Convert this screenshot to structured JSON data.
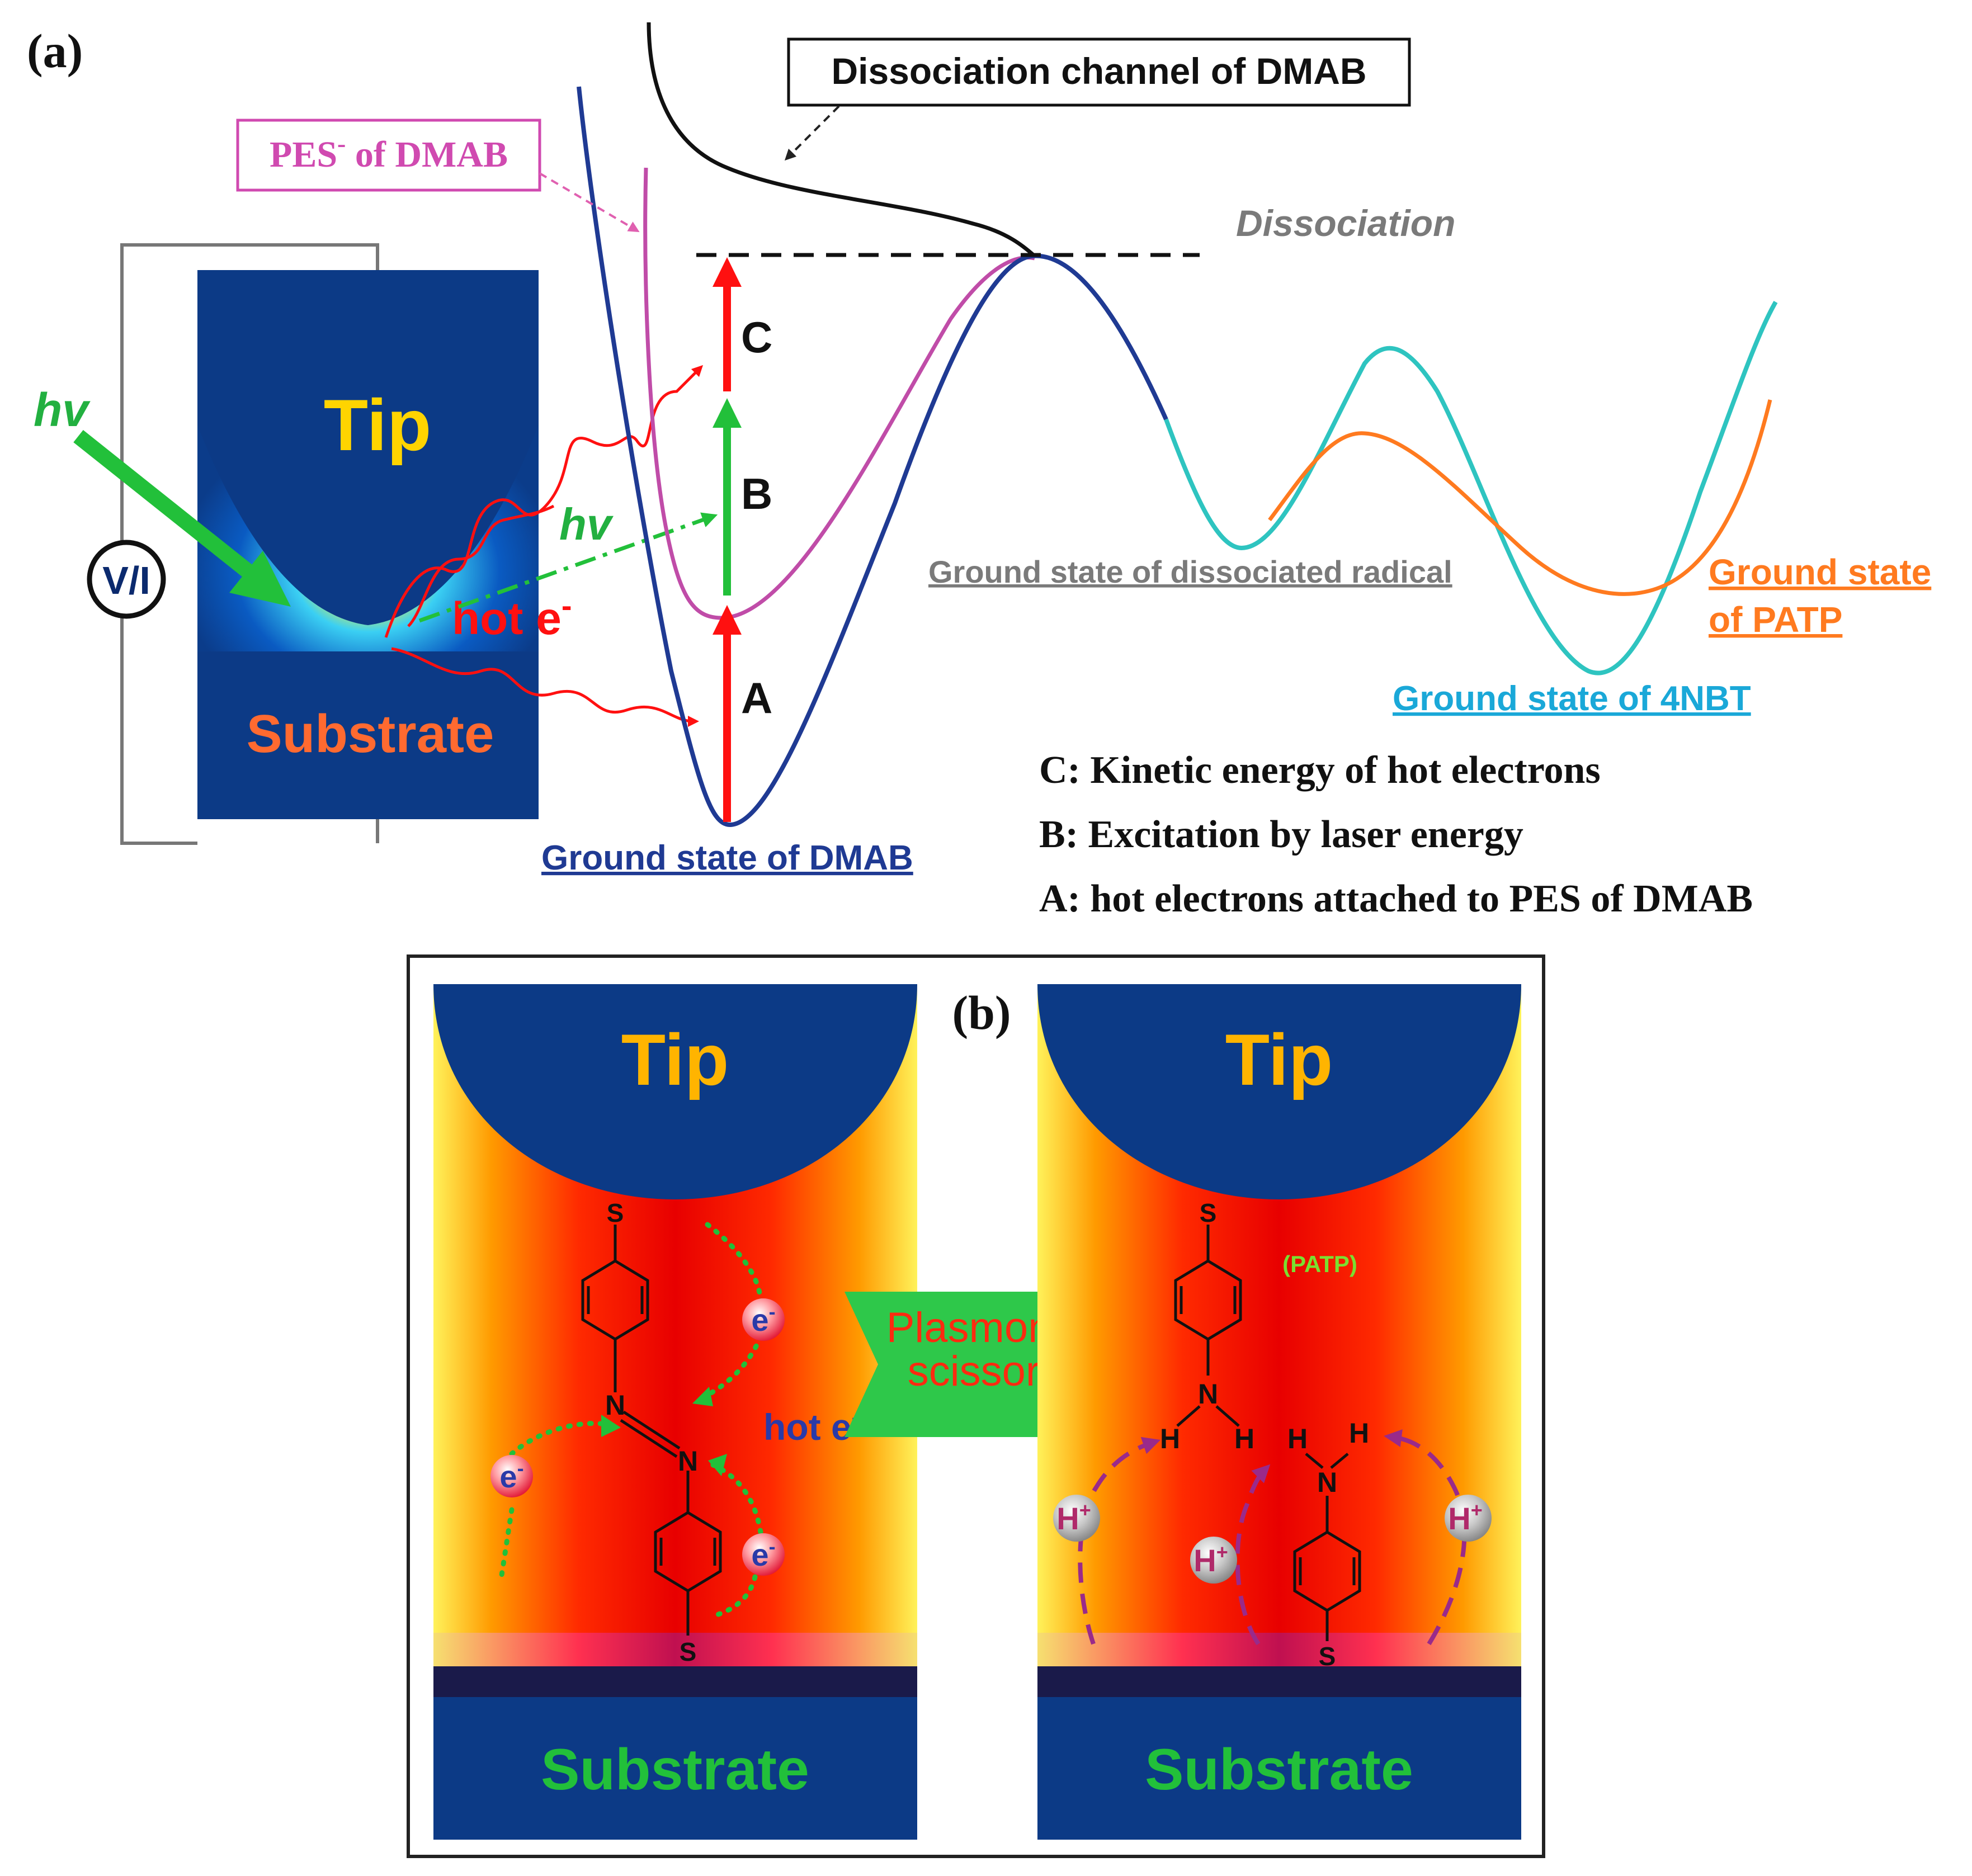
{
  "panel_a": {
    "label": "(a)",
    "voltmeter_label": "V/I",
    "tip_label": "Tip",
    "substrate_label": "Substrate",
    "hv_incident": "hv",
    "hv_inner": "hv",
    "hot_e_label": "hot e",
    "hot_e_sup": "-",
    "pes_label_pre": "PES",
    "pes_label_sup": "-",
    "pes_label_post": " of DMAB",
    "dissociation_channel": "Dissociation channel of DMAB",
    "dissociation": "Dissociation",
    "marker_a": "A",
    "marker_b": "B",
    "marker_c": "C",
    "gs_radical": "Ground state of dissociated radical",
    "gs_patp_1": "Ground state",
    "gs_patp_2": "of PATP",
    "gs_4nbt": "Ground state of 4NBT",
    "gs_dmab": "Ground state of DMAB",
    "legend_c": "C: Kinetic energy of hot electrons",
    "legend_b": "B: Excitation by laser energy",
    "legend_a": "A: hot electrons attached to PES of DMAB",
    "colors": {
      "dmab_ground": "#1f3a93",
      "pes_minus": "#c04ca8",
      "radical_4nbt": "#2ec4c0",
      "patp": "#ff7a1f",
      "arrow_red": "#ff1010",
      "arrow_green": "#22c03a"
    }
  },
  "panel_b": {
    "label": "(b)",
    "tip_left": "Tip",
    "tip_right": "Tip",
    "substrate_left": "Substrate",
    "substrate_right": "Substrate",
    "plasmonic_1": "Plasmonic",
    "plasmonic_2": "scissors",
    "hot_e_label": "hot e",
    "hot_e_sup": "-",
    "electron": "e",
    "electron_sup": "-",
    "proton": "H",
    "proton_sup": "+",
    "patp_tag": "(PATP)",
    "atom_s": "S",
    "atom_n": "N",
    "atom_h": "H"
  }
}
